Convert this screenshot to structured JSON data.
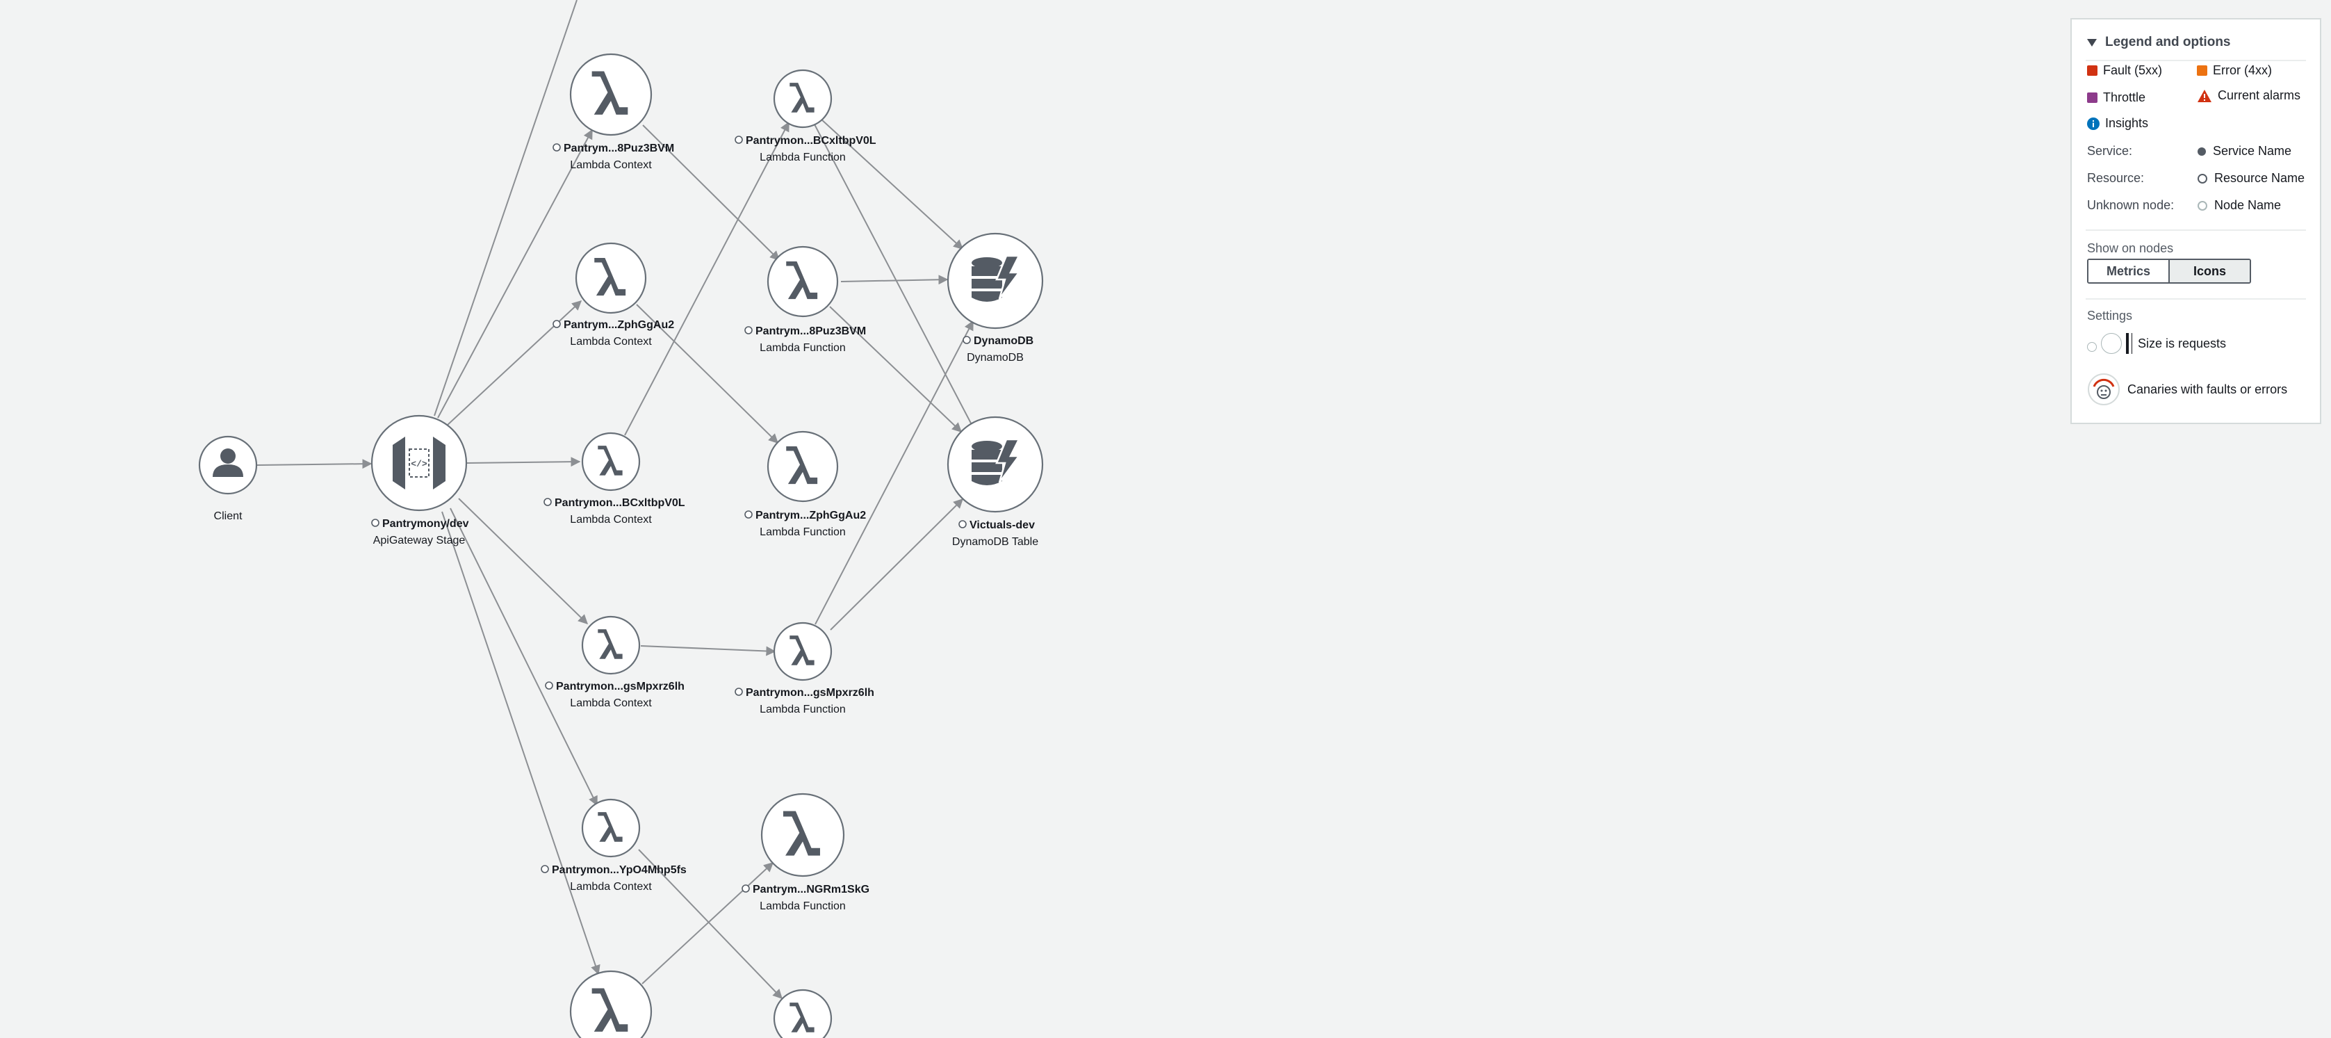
{
  "nodes": [
    {
      "key": "client",
      "name": "Client",
      "type": ""
    },
    {
      "key": "apigw",
      "name": "Pantrymony/dev",
      "type": "ApiGateway Stage"
    },
    {
      "key": "lc1",
      "name": "Pantrym...8Puz3BVM",
      "type": "Lambda Context"
    },
    {
      "key": "lc2",
      "name": "Pantrym...ZphGgAu2",
      "type": "Lambda Context"
    },
    {
      "key": "lc3",
      "name": "Pantrymon...BCxltbpV0L",
      "type": "Lambda Context"
    },
    {
      "key": "lc4",
      "name": "Pantrymon...gsMpxrz6lh",
      "type": "Lambda Context"
    },
    {
      "key": "lc5",
      "name": "Pantrymon...YpO4Mhp5fs",
      "type": "Lambda Context"
    },
    {
      "key": "lf1",
      "name": "Pantrymon...BCxltbpV0L",
      "type": "Lambda Function"
    },
    {
      "key": "lf2",
      "name": "Pantrym...8Puz3BVM",
      "type": "Lambda Function"
    },
    {
      "key": "lf3",
      "name": "Pantrym...ZphGgAu2",
      "type": "Lambda Function"
    },
    {
      "key": "lf4",
      "name": "Pantrymon...gsMpxrz6lh",
      "type": "Lambda Function"
    },
    {
      "key": "lf5",
      "name": "Pantrym...NGRm1SkG",
      "type": "Lambda Function"
    },
    {
      "key": "ddb",
      "name": "DynamoDB",
      "type": "DynamoDB"
    },
    {
      "key": "ddbt",
      "name": "Victuals-dev",
      "type": "DynamoDB Table"
    }
  ],
  "legend": {
    "title": "Legend and options",
    "fault": "Fault (5xx)",
    "error": "Error (4xx)",
    "throttle": "Throttle",
    "alarms": "Current alarms",
    "insights": "Insights",
    "service_key": "Service:",
    "service_val": "Service Name",
    "resource_key": "Resource:",
    "resource_val": "Resource Name",
    "unknown_key": "Unknown node:",
    "unknown_val": "Node Name",
    "show_on_nodes": "Show on nodes",
    "metrics_btn": "Metrics",
    "icons_btn": "Icons",
    "settings": "Settings",
    "size_label": "Size is requests",
    "canaries_label": "Canaries with faults or errors",
    "colors": {
      "fault": "#d13212",
      "error": "#ec7211",
      "throttle": "#8d3b8b",
      "alarm": "#d13212",
      "insights": "#0073bb"
    }
  }
}
